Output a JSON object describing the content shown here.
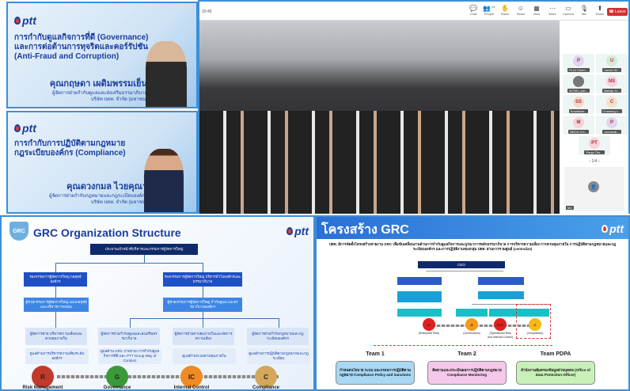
{
  "speaker1": {
    "logo": "ptt",
    "title_line1": "การกำกับดูแลกิจการที่ดี (Governance)",
    "title_line2": "และการต่อต้านการทุจริตและคอร์รัปชัน",
    "title_line3": "(Anti-Fraud and Corruption)",
    "name": "คุณกฤษดา เผดิมพรรมเย็น",
    "position": "ผู้จัดการฝ่ายกำกับดูแลและส่งเสริมธรรมาภิบาล",
    "company": "บริษัท ปตท. จำกัด (มหาชน)"
  },
  "speaker2": {
    "logo": "ptt",
    "title_line1": "การกำกับการปฏิบัติตามกฎหมาย",
    "title_line2": "กฎระเบียบองค์กร (Compliance)",
    "name": "คุณดวงกมล ไวยคุณา",
    "position": "ผู้จัดการฝ่ายกำกับกฎหมายและกฎระเบียบองค์กร",
    "company": "บริษัท ปตท. จำกัด (มหาชน)"
  },
  "meeting": {
    "time": "20:45",
    "toolbar": [
      {
        "label": "Chat",
        "icon": "chat-icon",
        "glyph": "💬"
      },
      {
        "label": "People",
        "icon": "people-icon",
        "glyph": "👥"
      },
      {
        "label": "Raise",
        "icon": "hand-icon",
        "glyph": "✋"
      },
      {
        "label": "React",
        "icon": "react-icon",
        "glyph": "☺"
      },
      {
        "label": "View",
        "icon": "view-icon",
        "glyph": "▦"
      },
      {
        "label": "More",
        "icon": "more-icon",
        "glyph": "⋯"
      },
      {
        "label": "Camera",
        "icon": "camera-icon",
        "glyph": "▭"
      },
      {
        "label": "Mic",
        "icon": "mic-icon",
        "glyph": "🎙"
      },
      {
        "label": "Share",
        "icon": "share-icon",
        "glyph": "⬆"
      }
    ],
    "people_count": "31",
    "leave_label": "Leave",
    "leave_color": "#d32f2f",
    "participants": [
      {
        "initials": "P",
        "name": "PLAI Chom...",
        "color": "#e1d5f0"
      },
      {
        "initials": "U",
        "name": "Usnee W...",
        "color": "#d2ecd8"
      },
      {
        "initials": "",
        "name": "WYNN_sah...",
        "color": "#777"
      },
      {
        "initials": "NS",
        "name": "Namtip N...",
        "color": "#f6d3e1"
      },
      {
        "initials": "SS",
        "name": "Suwatsan...",
        "color": "#f7d9cc"
      },
      {
        "initials": "C",
        "name": "Chanang L...",
        "color": "#f4e0cc"
      },
      {
        "initials": "M",
        "name": "MEDA Chi...",
        "color": "#f6d3d8"
      },
      {
        "initials": "P",
        "name": "Jeerasak...",
        "color": "#e1d5f0"
      },
      {
        "initials": "PT",
        "name": "Panja Tim...",
        "color": "#f6d3d8"
      }
    ],
    "pager": "1/4",
    "self_label": "Me"
  },
  "slide_left": {
    "title": "GRC Organization Structure",
    "badge": "GRC",
    "logo": "ptt",
    "top_box": "ประธานเจ้าหน้าที่บริหารและกรรมการผู้จัดการใหญ่",
    "l1": "รองกรรมการผู้จัดการใหญ่ กลยุทธ์องค์กร",
    "r1": "รองกรรมการผู้จัดการใหญ่ บริหารทั่วไปองค์กรและธรรมาภิบาล",
    "l2": "ผู้ช่วยกรรมการผู้จัดการใหญ่ แผนกลยุทธ์และบริหารการลงทุน",
    "r2": "ผู้ช่วยกรรมการผู้จัดการใหญ่ กำกับดูแล และธรรมาภิบาลองค์กร",
    "units": [
      {
        "head": "ผู้จัดการฝ่าย บริหารความเสี่ยงและควบคุมภายใน",
        "desc": "ดูแลด้านการบริหารความเสี่ยงระดับองค์กร"
      },
      {
        "head": "ผู้จัดการฝ่ายกำกับดูแลและส่งเสริมธรรมาภิบาล",
        "desc": "ดูแลด้าน GRC ภาพรวม การกำกับดูแลกิจการที่ดี และ PTT Group Way of Conduct"
      },
      {
        "head": "ผู้จัดการฝ่ายควบคุมภายในและจัดการความเสี่ยง",
        "desc": "ดูแลด้านระบบควบคุมภายใน"
      },
      {
        "head": "ผู้จัดการฝ่ายกำกับกฎหมายและกฎระเบียบองค์กร",
        "desc": "ดูแลด้านการปฏิบัติตามกฎหมายและกฎระเบียบ"
      }
    ],
    "pillars": [
      {
        "letter": "R",
        "label": "Risk Management",
        "color": "#c0392b"
      },
      {
        "letter": "G",
        "label": "Governance",
        "color": "#3a9a3a"
      },
      {
        "letter": "IC",
        "label": "Internal Control",
        "color": "#f08a24"
      },
      {
        "letter": "C",
        "label": "Compliance",
        "color": "#d4a75a"
      }
    ]
  },
  "slide_right": {
    "title": "โครงสร้าง GRC",
    "logo": "ptt",
    "intro": "ปตท. มีการจัดตั้งโครงสร้างสายงาน GRC เพื่อขับเคลื่อนงานด้านการกำกับดูแลกิจการและบูรณาการหลักธรรมาภิบาล การบริหารความเสี่ยง การควบคุมภายใน การปฏิบัติตามกฎหมายและกฎระเบียบองค์กร และการปฏิบัติงานของกลุ่ม ปตท. ผ่านการรวมศูนย์ (centralize)",
    "ceo": "CEO",
    "pillars": [
      {
        "letter": "R",
        "label": "(Enterprise Risk)",
        "color": "#e02020"
      },
      {
        "letter": "G",
        "label": "(Governance)",
        "color": "#f59a1a"
      },
      {
        "letter": "R IC",
        "label": "(Operational Risk and Internal Control)",
        "color": "#e02020"
      },
      {
        "letter": "C",
        "label": "(Compliance)",
        "color": "#f5b81a"
      }
    ],
    "teams": [
      {
        "name": "Team 1",
        "desc": "กำหนดนโยบาย ระบบ และกรอบการปฏิบัติตามกฎหมาย Compliance Policy and Sanctions",
        "color": "#a8d8f5"
      },
      {
        "name": "Team 2",
        "desc": "ติดตามและประเมินผลการปฏิบัติตามกฎหมาย Compliance Monitoring",
        "color": "#f5c8ea"
      },
      {
        "name": "Team PDPA",
        "desc": "สำนักงานคุ้มครองข้อมูลส่วนบุคคล (Office of Data Protection Officer)",
        "color": "#c8f0b8"
      }
    ]
  }
}
